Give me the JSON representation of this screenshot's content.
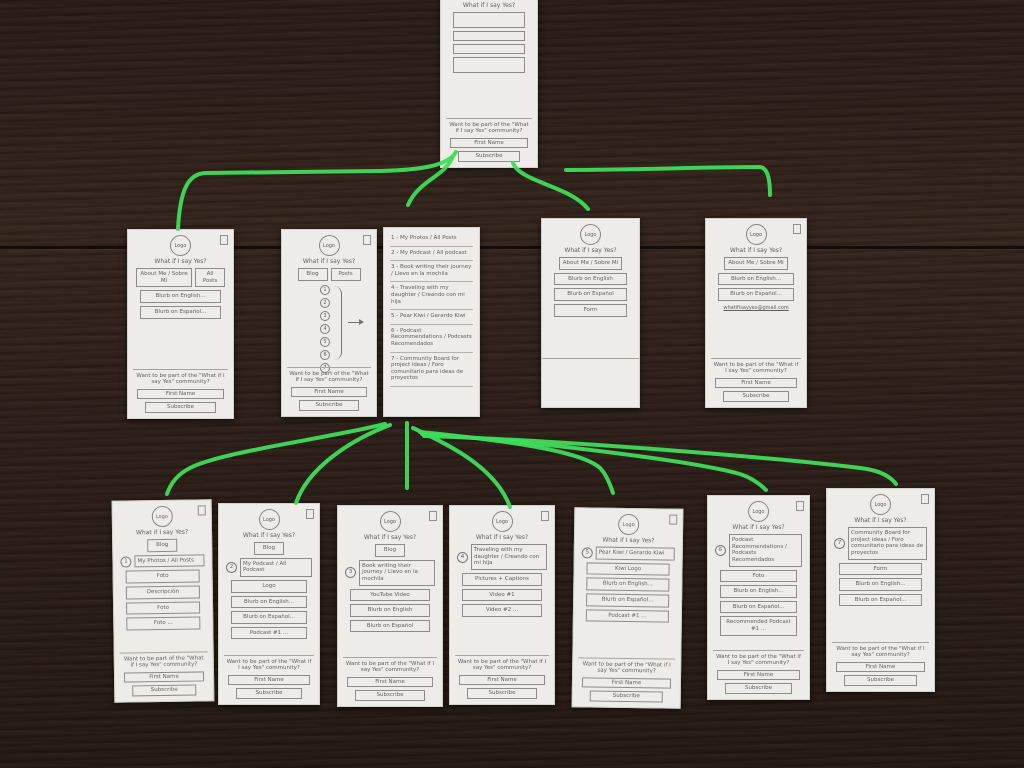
{
  "colors": {
    "connector": "#3fdc5a",
    "paper": "#eeece8",
    "ink": "#606060"
  },
  "cards": {
    "top": {
      "heading": "What if I say Yes?",
      "footer": {
        "prompt": "Want to be part of the \"What if I say Yes\" community?",
        "first_name": "First Name",
        "subscribe": "Subscribe"
      }
    },
    "a": {
      "logo": "Logo",
      "heading": "What if I say Yes?",
      "tabs": [
        "About Me / Sobre Mí",
        "All Posts"
      ],
      "boxes": [
        "Blurb on English...",
        "Blurb on Español..."
      ],
      "footer": {
        "prompt": "Want to be part of the \"What if I say Yes\" community?",
        "first_name": "First Name",
        "subscribe": "Subscribe"
      }
    },
    "b": {
      "logo": "Logo",
      "heading": "What if I say Yes?",
      "tabs": [
        "Blog",
        "Posts"
      ],
      "steps": [
        "1",
        "2",
        "3",
        "4",
        "5",
        "6",
        "7"
      ],
      "footer": {
        "prompt": "Want to be part of the \"What if I say Yes\" community?",
        "first_name": "First Name",
        "subscribe": "Subscribe"
      }
    },
    "c": {
      "items": [
        "1 - My Photos / All Posts",
        "2 - My Podcast / All podcast",
        "3 - Book writing their journey / Llevo en la mochila",
        "4 - Traveling with my daughter / Creando con mi hija",
        "5 - Pear Kiwi / Gerardo Kiwi",
        "6 - Podcast Recommendations / Podcasts Recomendados",
        "7 - Community Board for project ideas / Foro comunitario para ideas de proyectos"
      ]
    },
    "d": {
      "logo": "Logo",
      "heading": "What if I say Yes?",
      "tabs": [
        "About Me / Sobre Mí"
      ],
      "boxes": [
        "Blurb on English",
        "Blurb on Español",
        "Form"
      ]
    },
    "e": {
      "logo": "Logo",
      "heading": "What if I say Yes?",
      "tabs": [
        "About Me / Sobre Mí"
      ],
      "boxes": [
        "Blurb on English...",
        "Blurb on Español..."
      ],
      "email": "whatifisayyes@gmail.com",
      "footer": {
        "prompt": "Want to be part of the \"What if I say Yes\" community?",
        "first_name": "First Name",
        "subscribe": "Subscribe"
      }
    },
    "c1": {
      "logo": "Logo",
      "heading": "What if I say Yes?",
      "tabs": [
        "Blog"
      ],
      "num": "1",
      "lead": "My Photos / All Posts",
      "boxes": [
        "Foto",
        "Descripción",
        "Foto",
        "Foto ..."
      ],
      "footer": {
        "prompt": "Want to be part of the \"What if I say Yes\" community?",
        "first_name": "First Name",
        "subscribe": "Subscribe"
      }
    },
    "c2": {
      "logo": "Logo",
      "heading": "What if I say Yes?",
      "tabs": [
        "Blog"
      ],
      "num": "2",
      "lead": "My Podcast / All Podcast",
      "boxes": [
        "Logo",
        "Blurb on English...",
        "Blurb on Español...",
        "Podcast #1 ..."
      ],
      "footer": {
        "prompt": "Want to be part of the \"What if I say Yes\" community?",
        "first_name": "First Name",
        "subscribe": "Subscribe"
      }
    },
    "c3": {
      "logo": "Logo",
      "heading": "What if I say Yes?",
      "tabs": [
        "Blog"
      ],
      "num": "3",
      "lead": "Book writing their journey / Llevo en la mochila",
      "boxes": [
        "YouTube Video",
        "Blurb on English",
        "Blurb on Español"
      ],
      "footer": {
        "prompt": "Want to be part of the \"What if I say Yes\" community?",
        "first_name": "First Name",
        "subscribe": "Subscribe"
      }
    },
    "c4": {
      "logo": "Logo",
      "heading": "What if I say Yes?",
      "num": "4",
      "lead": "Traveling with my daughter / Creando con mi hija",
      "boxes": [
        "Pictures + Captions",
        "Video #1",
        "Video #2 ..."
      ],
      "footer": {
        "prompt": "Want to be part of the \"What if I say Yes\" community?",
        "first_name": "First Name",
        "subscribe": "Subscribe"
      }
    },
    "c5": {
      "logo": "Logo",
      "heading": "What if I say Yes?",
      "num": "5",
      "lead": "Pear Kiwi / Gerardo Kiwi",
      "boxes": [
        "Kiwi Logo",
        "Blurb on English...",
        "Blurb on Español...",
        "Podcast #1 ..."
      ],
      "footer": {
        "prompt": "Want to be part of the \"What if I say Yes\" community?",
        "first_name": "First Name",
        "subscribe": "Subscribe"
      }
    },
    "c6": {
      "logo": "Logo",
      "heading": "What if I say Yes?",
      "num": "6",
      "lead": "Podcast Recommendations / Podcasts Recomendados",
      "boxes": [
        "Foto",
        "Blurb on English...",
        "Blurb on Español...",
        "Recommended Podcast #1 ..."
      ],
      "footer": {
        "prompt": "Want to be part of the \"What if I say Yes\" community?",
        "first_name": "First Name",
        "subscribe": "Subscribe"
      }
    },
    "c7": {
      "logo": "Logo",
      "heading": "What if I say Yes?",
      "num": "7",
      "lead": "Community Board for project ideas / Foro comunitario para ideas de proyectos",
      "boxes": [
        "Form",
        "Blurb on English...",
        "Blurb on Español..."
      ],
      "footer": {
        "prompt": "Want to be part of the \"What if I say Yes\" community?",
        "first_name": "First Name",
        "subscribe": "Subscribe"
      }
    }
  }
}
